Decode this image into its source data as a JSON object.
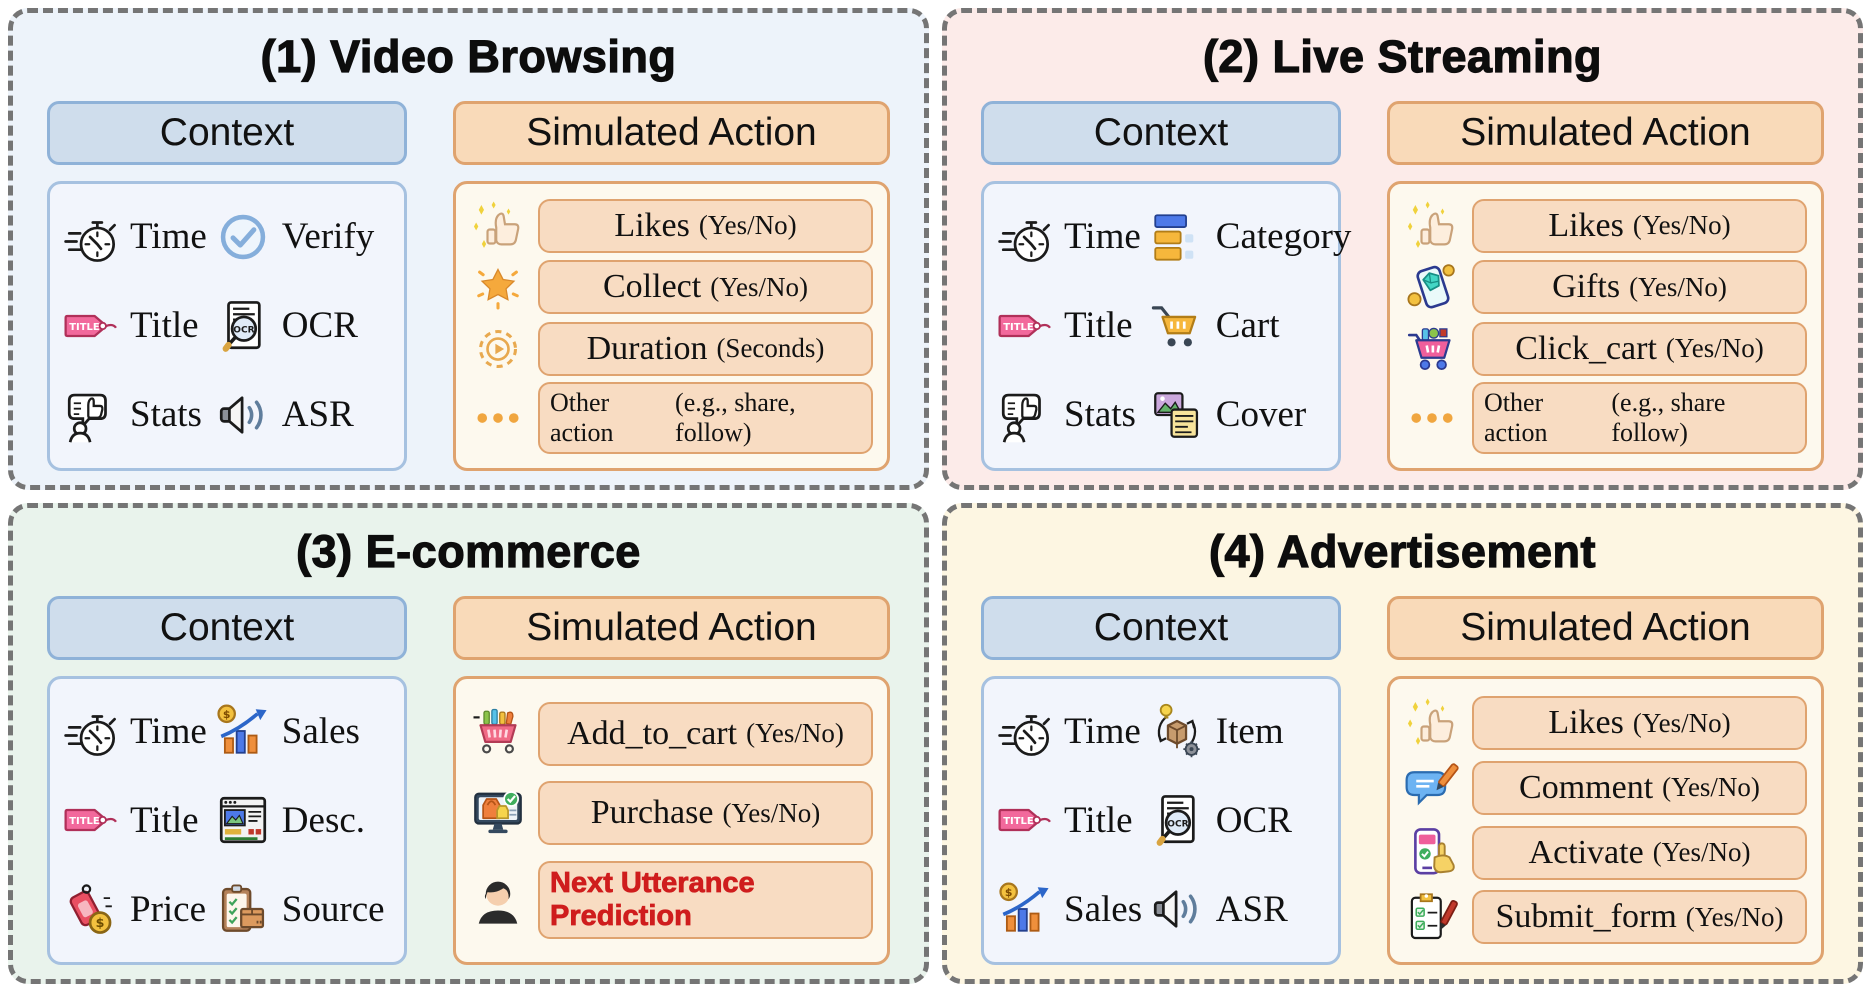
{
  "quadrants": [
    {
      "title": "(1) Video Browsing",
      "context": {
        "header": "Context",
        "items": [
          {
            "label": "Time",
            "icon": "stopwatch-icon"
          },
          {
            "label": "Verify",
            "icon": "verify-check-icon"
          },
          {
            "label": "Title",
            "icon": "title-tag-icon"
          },
          {
            "label": "OCR",
            "icon": "ocr-document-icon"
          },
          {
            "label": "Stats",
            "icon": "stats-thumbs-person-icon"
          },
          {
            "label": "ASR",
            "icon": "speaker-waves-icon"
          }
        ]
      },
      "actions": {
        "header": "Simulated Action",
        "items": [
          {
            "label": "Likes",
            "suffix": "(Yes/No)",
            "icon": "thumbs-up-sparkles-icon"
          },
          {
            "label": "Collect",
            "suffix": "(Yes/No)",
            "icon": "star-icon"
          },
          {
            "label": "Duration",
            "suffix": "(Seconds)",
            "icon": "play-duration-icon"
          },
          {
            "label": "Other action",
            "suffix": "(e.g., share, follow)",
            "icon": "ellipsis-icon"
          }
        ]
      }
    },
    {
      "title": "(2) Live Streaming",
      "context": {
        "header": "Context",
        "items": [
          {
            "label": "Time",
            "icon": "stopwatch-icon"
          },
          {
            "label": "Category",
            "icon": "category-bars-icon"
          },
          {
            "label": "Title",
            "icon": "title-tag-icon"
          },
          {
            "label": "Cart",
            "icon": "shopping-cart-icon"
          },
          {
            "label": "Stats",
            "icon": "stats-thumbs-person-icon"
          },
          {
            "label": "Cover",
            "icon": "cover-image-icon"
          }
        ]
      },
      "actions": {
        "header": "Simulated Action",
        "items": [
          {
            "label": "Likes",
            "suffix": "(Yes/No)",
            "icon": "thumbs-up-sparkles-icon"
          },
          {
            "label": "Gifts",
            "suffix": "(Yes/No)",
            "icon": "gift-phone-icon"
          },
          {
            "label": "Click_cart",
            "suffix": "(Yes/No)",
            "icon": "pink-cart-icon"
          },
          {
            "label": "Other action",
            "suffix": "(e.g., share follow)",
            "icon": "ellipsis-icon"
          }
        ]
      }
    },
    {
      "title": "(3) E-commerce",
      "context": {
        "header": "Context",
        "items": [
          {
            "label": "Time",
            "icon": "stopwatch-icon"
          },
          {
            "label": "Sales",
            "icon": "sales-chart-icon"
          },
          {
            "label": "Title",
            "icon": "title-tag-icon"
          },
          {
            "label": "Desc.",
            "icon": "description-browser-icon"
          },
          {
            "label": "Price",
            "icon": "price-tag-coin-icon"
          },
          {
            "label": "Source",
            "icon": "source-clipboard-box-icon"
          }
        ]
      },
      "actions": {
        "header": "Simulated Action",
        "items": [
          {
            "label": "Add_to_cart",
            "suffix": "(Yes/No)",
            "icon": "grocery-basket-icon"
          },
          {
            "label": "Purchase",
            "suffix": "(Yes/No)",
            "icon": "purchase-monitor-icon"
          },
          {
            "label": "Next Utterance Prediction",
            "suffix": "",
            "icon": "person-avatar-icon"
          }
        ]
      }
    },
    {
      "title": "(4) Advertisement",
      "context": {
        "header": "Context",
        "items": [
          {
            "label": "Time",
            "icon": "stopwatch-icon"
          },
          {
            "label": "Item",
            "icon": "item-box-cycle-icon"
          },
          {
            "label": "Title",
            "icon": "title-tag-icon"
          },
          {
            "label": "OCR",
            "icon": "ocr-document-icon"
          },
          {
            "label": "Sales",
            "icon": "sales-chart-icon"
          },
          {
            "label": "ASR",
            "icon": "speaker-waves-icon"
          }
        ]
      },
      "actions": {
        "header": "Simulated Action",
        "items": [
          {
            "label": "Likes",
            "suffix": "(Yes/No)",
            "icon": "thumbs-up-sparkles-icon"
          },
          {
            "label": "Comment",
            "suffix": "(Yes/No)",
            "icon": "comment-pencil-icon"
          },
          {
            "label": "Activate",
            "suffix": "(Yes/No)",
            "icon": "activate-phone-icon"
          },
          {
            "label": "Submit_form",
            "suffix": "(Yes/No)",
            "icon": "submit-form-icon"
          }
        ]
      }
    }
  ],
  "colors": {
    "quadrant_backgrounds": [
      "#edf3fa",
      "#fcebe9",
      "#e9f3ec",
      "#fdf6e2"
    ],
    "dashed_border": "#757575",
    "context_header_bg": "#cfddec",
    "context_header_border": "#8fb2d8",
    "context_panel_bg": "#f2f5fc",
    "context_panel_border": "#a6c1e0",
    "action_header_bg": "#f9dab9",
    "action_border": "#dfa36f",
    "action_pill_bg": "#f8dcc2",
    "action_panel_bg": "#fdf9ee",
    "red_action_text": "#cf1d1d"
  }
}
